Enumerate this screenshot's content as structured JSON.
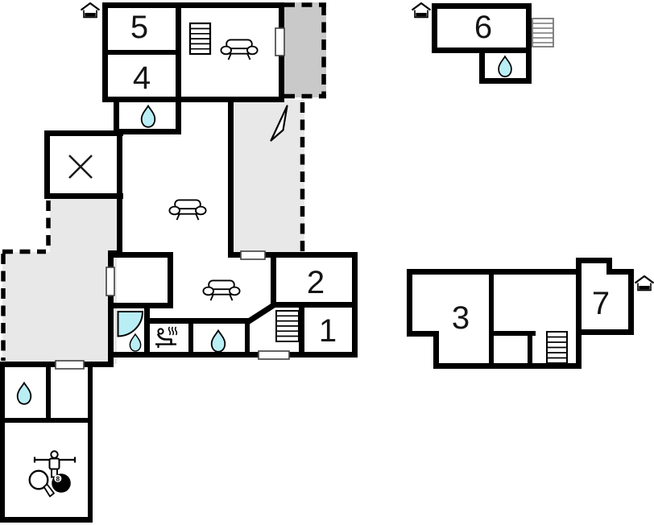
{
  "plan": {
    "rooms": {
      "r1": "1",
      "r2": "2",
      "r3": "3",
      "r4": "4",
      "r5": "5",
      "r6": "6",
      "r7": "7"
    },
    "game_room": {
      "ball_digit": "8"
    },
    "colors": {
      "wall": "#000000",
      "water": "#b9eef5",
      "terrace_dark": "#c9c9c9",
      "terrace_light": "#e8e8e8",
      "background": "#ffffff"
    },
    "icons": {
      "house-entrance-icon": "house outline with black door band (3x)",
      "water-drop-icon": "cyan teardrop = bathroom (5x)",
      "sofa-icon": "sofa outline (3x)",
      "stairs-icon": "striped stair flight (4x)",
      "sauna-icon": "person on bench with steam",
      "corner-shower-icon": "cyan quarter-circle shower",
      "north-arrow-icon": "slender triangle arrow",
      "cross-marker-icon": "diagonal cross in small room",
      "table-tennis-paddle-icon": "round paddle with handle",
      "foosball-player-icon": "figure on rod",
      "billiard-8ball-icon": "black ball with 8",
      "window-marker": "white bar in wall (5x)"
    }
  }
}
